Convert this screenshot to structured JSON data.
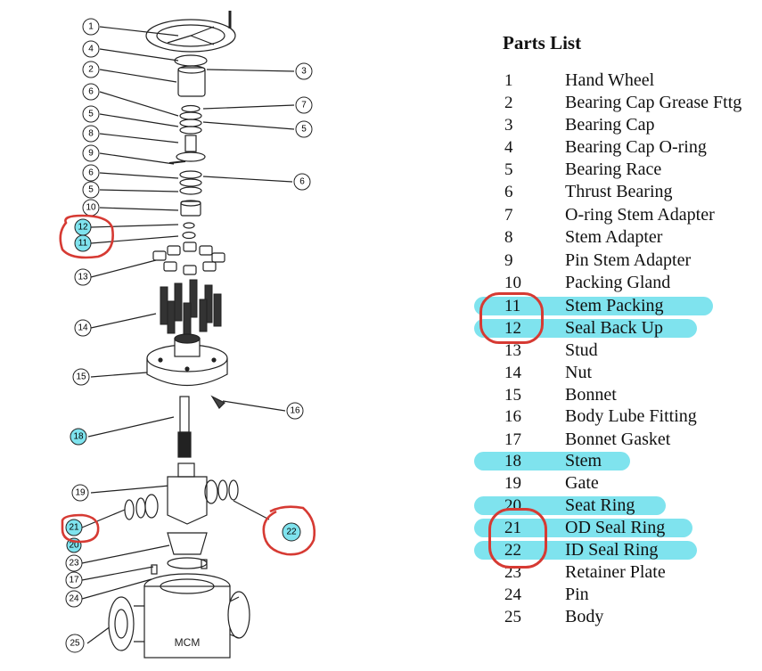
{
  "parts_list": {
    "title": "Parts List",
    "items": [
      {
        "num": "1",
        "name": "Hand Wheel",
        "highlighted": false
      },
      {
        "num": "2",
        "name": "Bearing Cap Grease Fttg",
        "highlighted": false
      },
      {
        "num": "3",
        "name": "Bearing Cap",
        "highlighted": false
      },
      {
        "num": "4",
        "name": "Bearing Cap O-ring",
        "highlighted": false
      },
      {
        "num": "5",
        "name": "Bearing Race",
        "highlighted": false
      },
      {
        "num": "6",
        "name": "Thrust Bearing",
        "highlighted": false
      },
      {
        "num": "7",
        "name": "O-ring Stem Adapter",
        "highlighted": false
      },
      {
        "num": "8",
        "name": "Stem Adapter",
        "highlighted": false
      },
      {
        "num": "9",
        "name": "Pin Stem Adapter",
        "highlighted": false
      },
      {
        "num": "10",
        "name": "Packing Gland",
        "highlighted": false
      },
      {
        "num": "11",
        "name": "Stem Packing",
        "highlighted": true
      },
      {
        "num": "12",
        "name": "Seal Back  Up",
        "highlighted": true
      },
      {
        "num": "13",
        "name": "Stud",
        "highlighted": false
      },
      {
        "num": "14",
        "name": "Nut",
        "highlighted": false
      },
      {
        "num": "15",
        "name": "Bonnet",
        "highlighted": false
      },
      {
        "num": "16",
        "name": "Body Lube Fitting",
        "highlighted": false
      },
      {
        "num": "17",
        "name": "Bonnet Gasket",
        "highlighted": false
      },
      {
        "num": "18",
        "name": "Stem",
        "highlighted": true
      },
      {
        "num": "19",
        "name": "Gate",
        "highlighted": false
      },
      {
        "num": "20",
        "name": "Seat Ring",
        "highlighted": true
      },
      {
        "num": "21",
        "name": "OD Seal Ring",
        "highlighted": true
      },
      {
        "num": "22",
        "name": "ID Seal Ring",
        "highlighted": true
      },
      {
        "num": "23",
        "name": "Retainer Plate",
        "highlighted": false
      },
      {
        "num": "24",
        "name": "Pin",
        "highlighted": false
      },
      {
        "num": "25",
        "name": "Body",
        "highlighted": false
      }
    ]
  },
  "diagram": {
    "body_label": "MCM",
    "bubbles": {
      "b1": "1",
      "b4": "4",
      "b2": "2",
      "b3": "3",
      "b6a": "6",
      "b7": "7",
      "b5a": "5",
      "b5b": "5",
      "b8": "8",
      "b9": "9",
      "b6b": "6",
      "b6c": "6",
      "b5c": "5",
      "b10": "10",
      "b12": "12",
      "b11": "11",
      "b13": "13",
      "b14": "14",
      "b15": "15",
      "b16": "16",
      "b18": "18",
      "b19": "19",
      "b21": "21",
      "b20": "20",
      "b22": "22",
      "b23": "23",
      "b17": "17",
      "b24": "24",
      "b25": "25"
    }
  },
  "colors": {
    "highlight": "#7fe3ee",
    "callout": "#d63a33",
    "bubble_fill": "#7fe3ee"
  }
}
